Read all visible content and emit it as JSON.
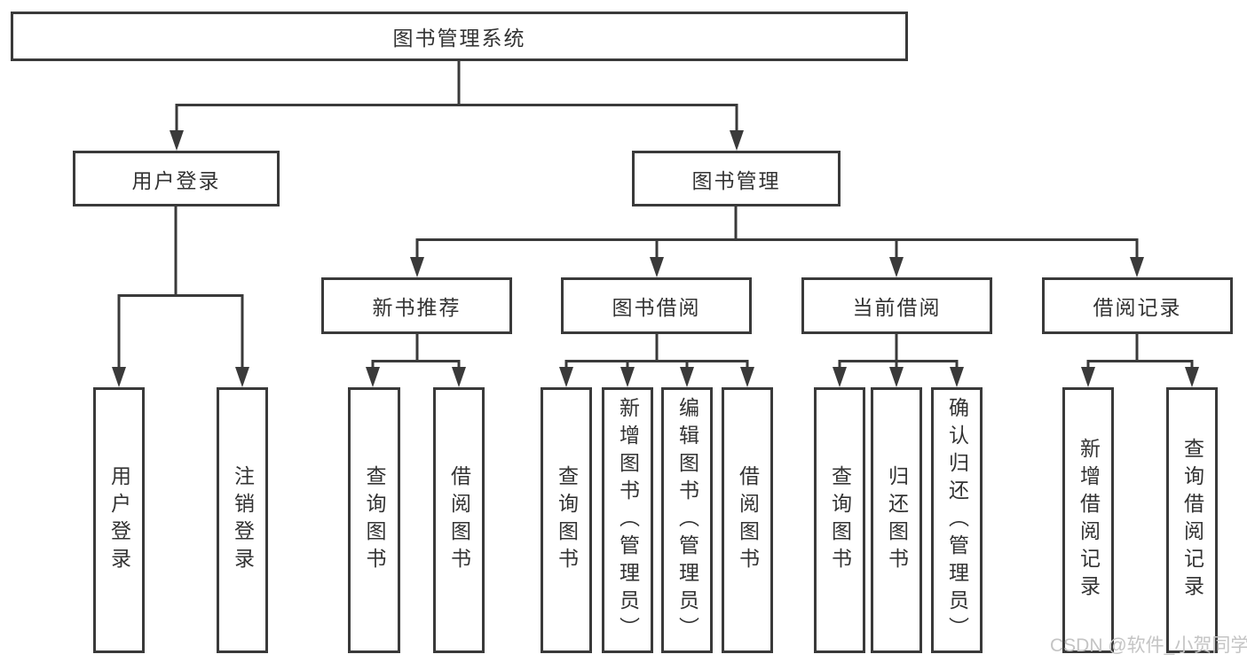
{
  "diagram": {
    "root": {
      "label": "图书管理系统"
    },
    "level2": [
      {
        "label": "用户登录"
      },
      {
        "label": "图书管理"
      }
    ],
    "level3": [
      {
        "label": "新书推荐"
      },
      {
        "label": "图书借阅"
      },
      {
        "label": "当前借阅"
      },
      {
        "label": "借阅记录"
      }
    ],
    "leaves": [
      {
        "label": "用户登录"
      },
      {
        "label": "注销登录"
      },
      {
        "label": "查询图书"
      },
      {
        "label": "借阅图书"
      },
      {
        "label": "查询图书"
      },
      {
        "label": "新增图书（管理员）"
      },
      {
        "label": "编辑图书（管理员）"
      },
      {
        "label": "借阅图书"
      },
      {
        "label": "查询图书"
      },
      {
        "label": "归还图书"
      },
      {
        "label": "确认归还（管理员）"
      },
      {
        "label": "新增借阅记录"
      },
      {
        "label": "查询借阅记录"
      }
    ]
  },
  "watermark": {
    "text": "CSDN @软件_小贺同学"
  },
  "colors": {
    "line": "#3a3a3a",
    "text": "#333333",
    "watermark": "#c4c4c4",
    "background": "#ffffff"
  }
}
